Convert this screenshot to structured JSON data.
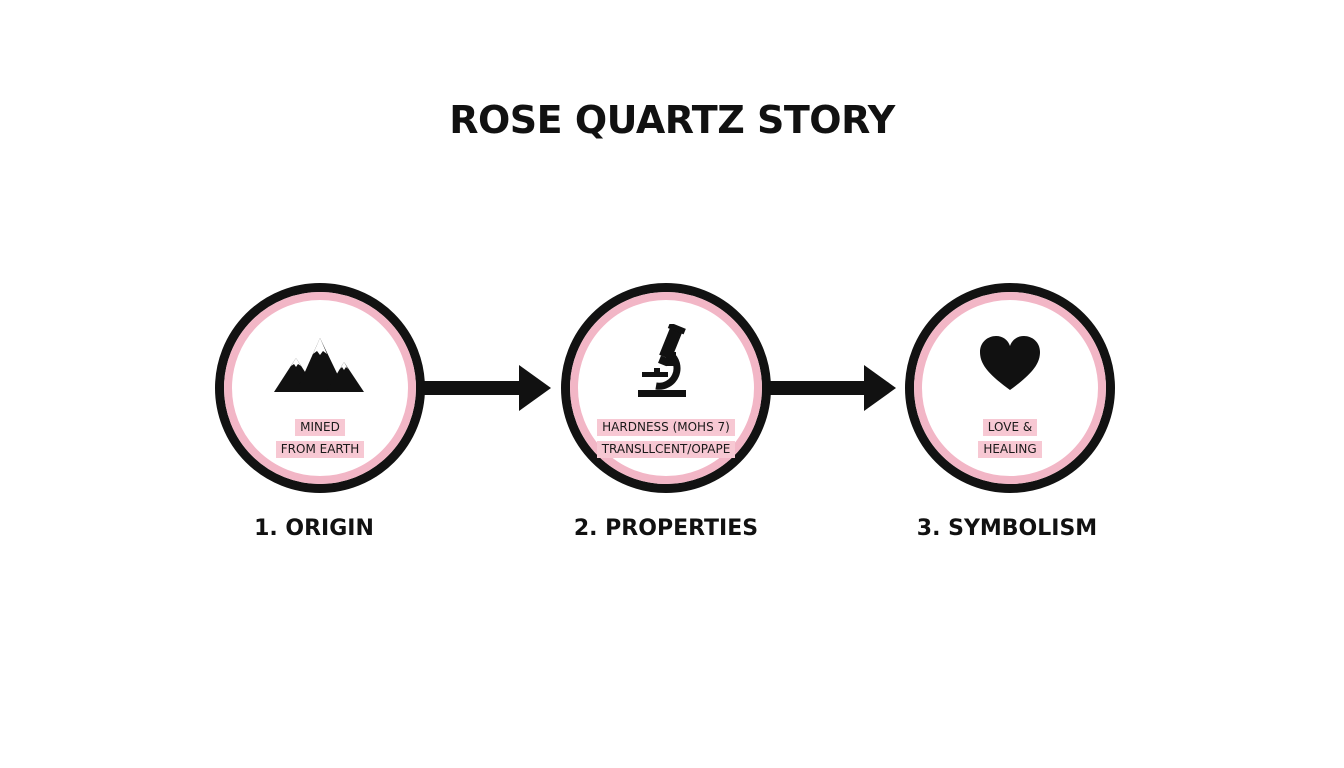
{
  "title": "ROSE QUARTZ STORY",
  "colors": {
    "outline": "#121212",
    "ring": "#f2b6c6",
    "tag_background": "#f7c8d3"
  },
  "steps": [
    {
      "label": "1. ORIGIN",
      "icon": "mountain-icon",
      "tags": [
        "MINED",
        "FROM EARTH"
      ]
    },
    {
      "label": "2. PROPERTIES",
      "icon": "microscope-icon",
      "tags": [
        "HARDNESS (MOHS 7)",
        "TRANSLLCENT/OPAPE"
      ]
    },
    {
      "label": "3. SYMBOLISM",
      "icon": "heart-icon",
      "tags": [
        "LOVE &",
        "HEALING"
      ]
    }
  ]
}
